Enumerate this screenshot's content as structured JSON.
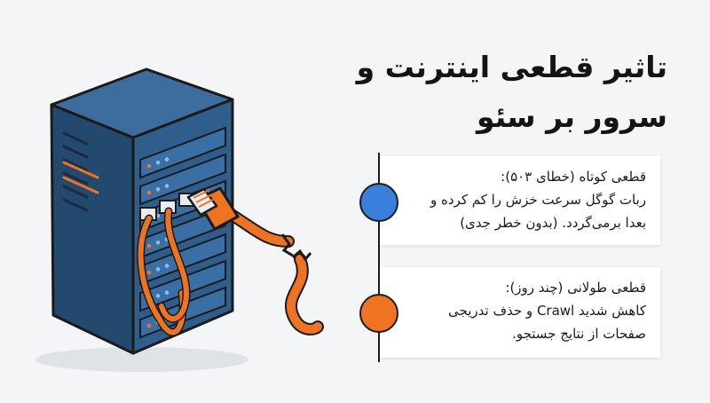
{
  "title": {
    "line1": "تاثیر قطعی اینترنت و",
    "line2": "سرور بر سئو"
  },
  "colors": {
    "short_outage": "#3b7fdc",
    "long_outage": "#ee7322",
    "server_body": "#2f5d8c",
    "cable": "#ee7322"
  },
  "items": [
    {
      "heading": "قطعی کوتاه (خطای ۵۰۳):",
      "line2": "ربات گوگل سرعت خزش را کم کرده و",
      "line3": "بعدا برمی‌گردد. (بدون خطر جدی)"
    },
    {
      "heading": "قطعی طولانی (چند روز):",
      "line2": "کاهش شدید Crawl و حذف تدریجی",
      "line3": "صفحات از نتایج جستجو."
    }
  ]
}
